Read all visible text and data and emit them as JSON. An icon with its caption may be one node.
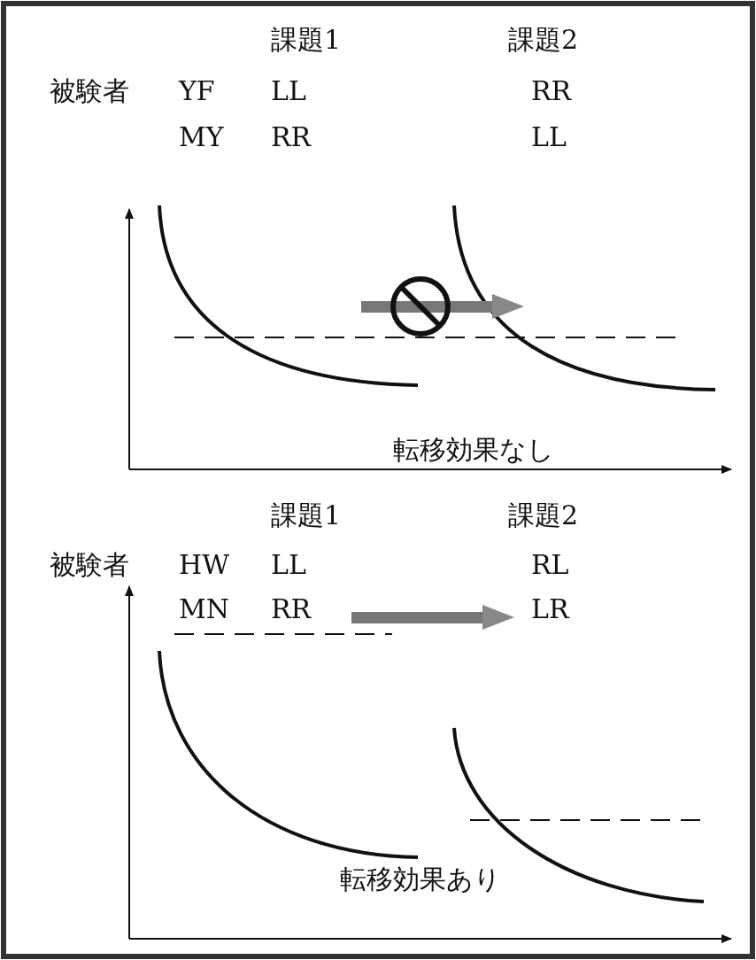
{
  "diagram": {
    "labels": [
      "課題1",
      "課題2",
      "被験者",
      "YF",
      "LL",
      "RR",
      "MY",
      "RR",
      "LL",
      "転移効果なし",
      "課題1",
      "課題2",
      "被験者",
      "HW",
      "LL",
      "RL",
      "MN",
      "RR",
      "LR",
      "転移効果あり"
    ]
  }
}
